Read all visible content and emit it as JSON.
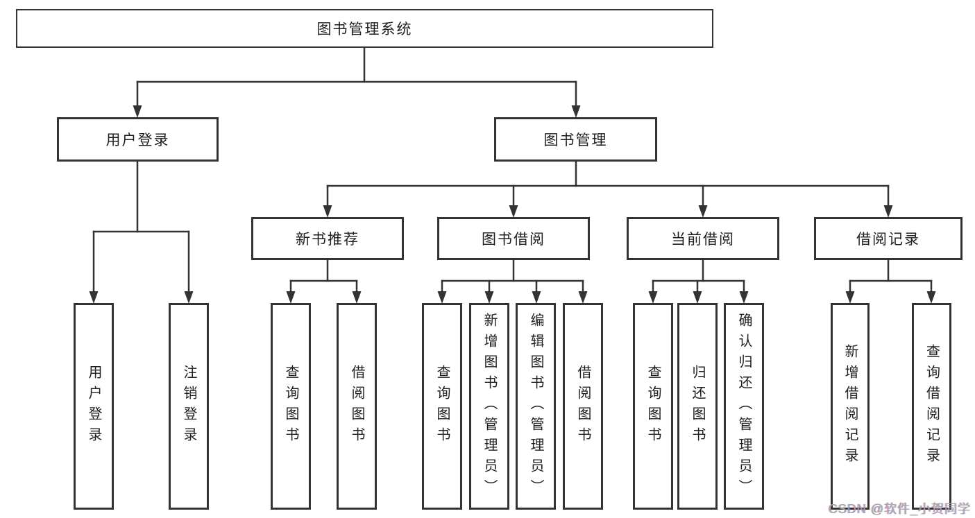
{
  "diagram": {
    "tree": {
      "label": "图书管理系统",
      "children": [
        {
          "label": "用户登录",
          "children": [
            {
              "label": "用户登录"
            },
            {
              "label": "注销登录"
            }
          ]
        },
        {
          "label": "图书管理",
          "children": [
            {
              "label": "新书推荐",
              "children": [
                {
                  "label": "查询图书"
                },
                {
                  "label": "借阅图书"
                }
              ]
            },
            {
              "label": "图书借阅",
              "children": [
                {
                  "label": "查询图书"
                },
                {
                  "label": "新增图书（管理员）"
                },
                {
                  "label": "编辑图书（管理员）"
                },
                {
                  "label": "借阅图书"
                }
              ]
            },
            {
              "label": "当前借阅",
              "children": [
                {
                  "label": "查询图书"
                },
                {
                  "label": "归还图书"
                },
                {
                  "label": "确认归还（管理员）"
                }
              ]
            },
            {
              "label": "借阅记录",
              "children": [
                {
                  "label": "新增借阅记录"
                },
                {
                  "label": "查询借阅记录"
                }
              ]
            }
          ]
        }
      ]
    }
  },
  "watermark": "CSDN @软件_小贺同学",
  "colors": {
    "line": "#333333",
    "text": "#1f1f1f",
    "watermark": "#a5a5ab"
  }
}
